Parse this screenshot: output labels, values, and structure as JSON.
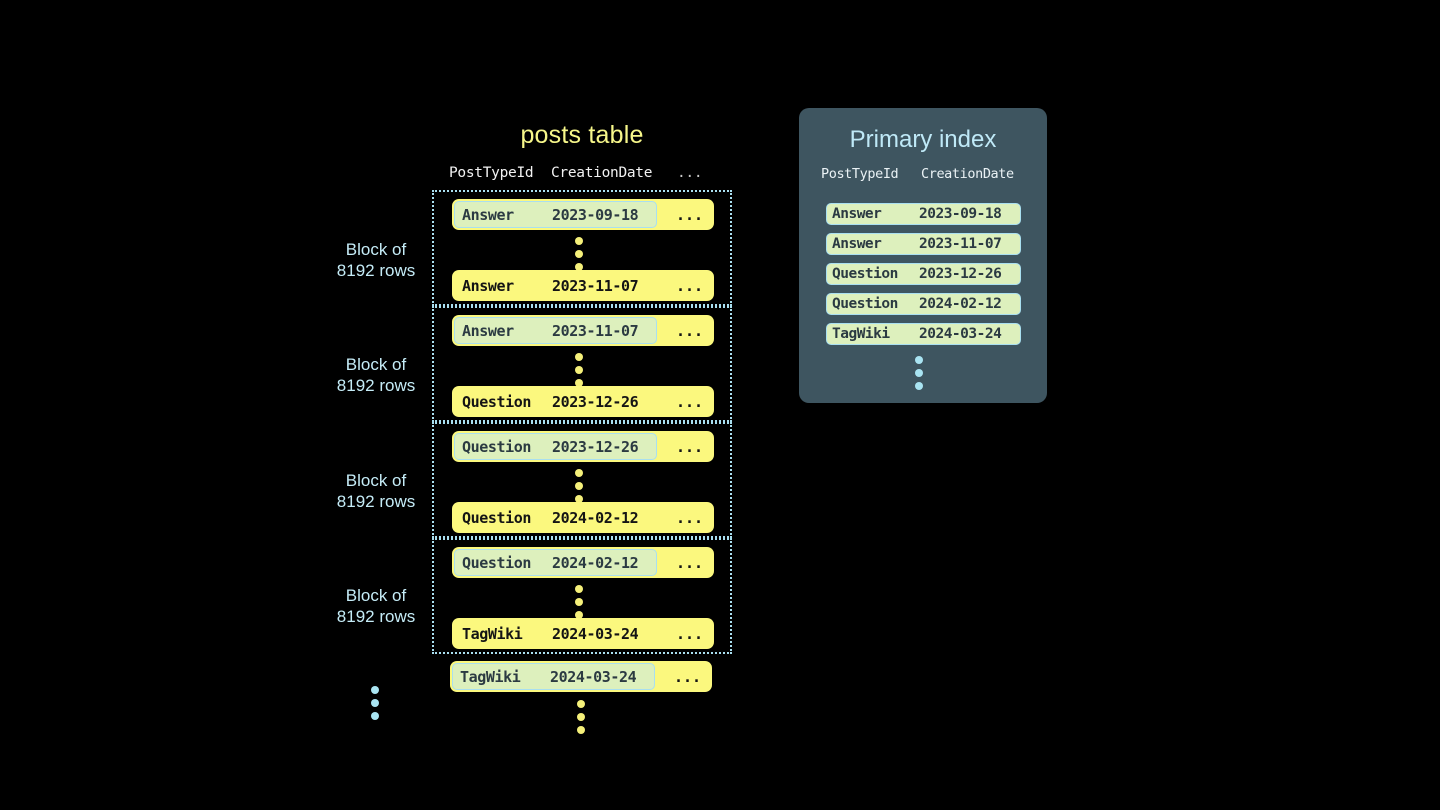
{
  "colors": {
    "background": "#000000",
    "row_pill": "#fbf87e",
    "key_highlight": "#ddf0bd",
    "key_border": "#a9dff0",
    "block_border": "#a9dff0",
    "panel_bg": "#3e5560",
    "title_yellow": "#f7f78a",
    "title_blue": "#bfe9f7",
    "label_blue": "#c5ecf7",
    "dot_yellow": "#f5f07a",
    "dot_blue": "#a9e4f2",
    "cell_text": "#2b3a42"
  },
  "posts_table": {
    "title": "posts table",
    "columns": [
      "PostTypeId",
      "CreationDate",
      "..."
    ],
    "block_label": "Block of\n8192 rows",
    "block_label_line1": "Block of",
    "block_label_line2": "8192 rows",
    "ellipsis_cell": "...",
    "blocks": [
      {
        "label_line1": "Block of",
        "label_line2": "8192 rows",
        "first_row": {
          "post_type_id": "Answer",
          "creation_date": "2023-09-18",
          "rest": "...",
          "highlighted": true
        },
        "last_row": {
          "post_type_id": "Answer",
          "creation_date": "2023-11-07",
          "rest": "...",
          "highlighted": false
        }
      },
      {
        "label_line1": "Block of",
        "label_line2": "8192 rows",
        "first_row": {
          "post_type_id": "Answer",
          "creation_date": "2023-11-07",
          "rest": "...",
          "highlighted": true
        },
        "last_row": {
          "post_type_id": "Question",
          "creation_date": "2023-12-26",
          "rest": "...",
          "highlighted": false
        }
      },
      {
        "label_line1": "Block of",
        "label_line2": "8192 rows",
        "first_row": {
          "post_type_id": "Question",
          "creation_date": "2023-12-26",
          "rest": "...",
          "highlighted": true
        },
        "last_row": {
          "post_type_id": "Question",
          "creation_date": "2024-02-12",
          "rest": "...",
          "highlighted": false
        }
      },
      {
        "label_line1": "Block of",
        "label_line2": "8192 rows",
        "first_row": {
          "post_type_id": "Question",
          "creation_date": "2024-02-12",
          "rest": "...",
          "highlighted": true
        },
        "last_row": {
          "post_type_id": "TagWiki",
          "creation_date": "2024-03-24",
          "rest": "...",
          "highlighted": false
        }
      }
    ],
    "trailing_row": {
      "post_type_id": "TagWiki",
      "creation_date": "2024-03-24",
      "rest": "...",
      "highlighted": true
    }
  },
  "primary_index": {
    "title": "Primary index",
    "columns": [
      "PostTypeId",
      "CreationDate"
    ],
    "rows": [
      {
        "post_type_id": "Answer",
        "creation_date": "2023-09-18"
      },
      {
        "post_type_id": "Answer",
        "creation_date": "2023-11-07"
      },
      {
        "post_type_id": "Question",
        "creation_date": "2023-12-26"
      },
      {
        "post_type_id": "Question",
        "creation_date": "2024-02-12"
      },
      {
        "post_type_id": "TagWiki",
        "creation_date": "2024-03-24"
      }
    ]
  }
}
